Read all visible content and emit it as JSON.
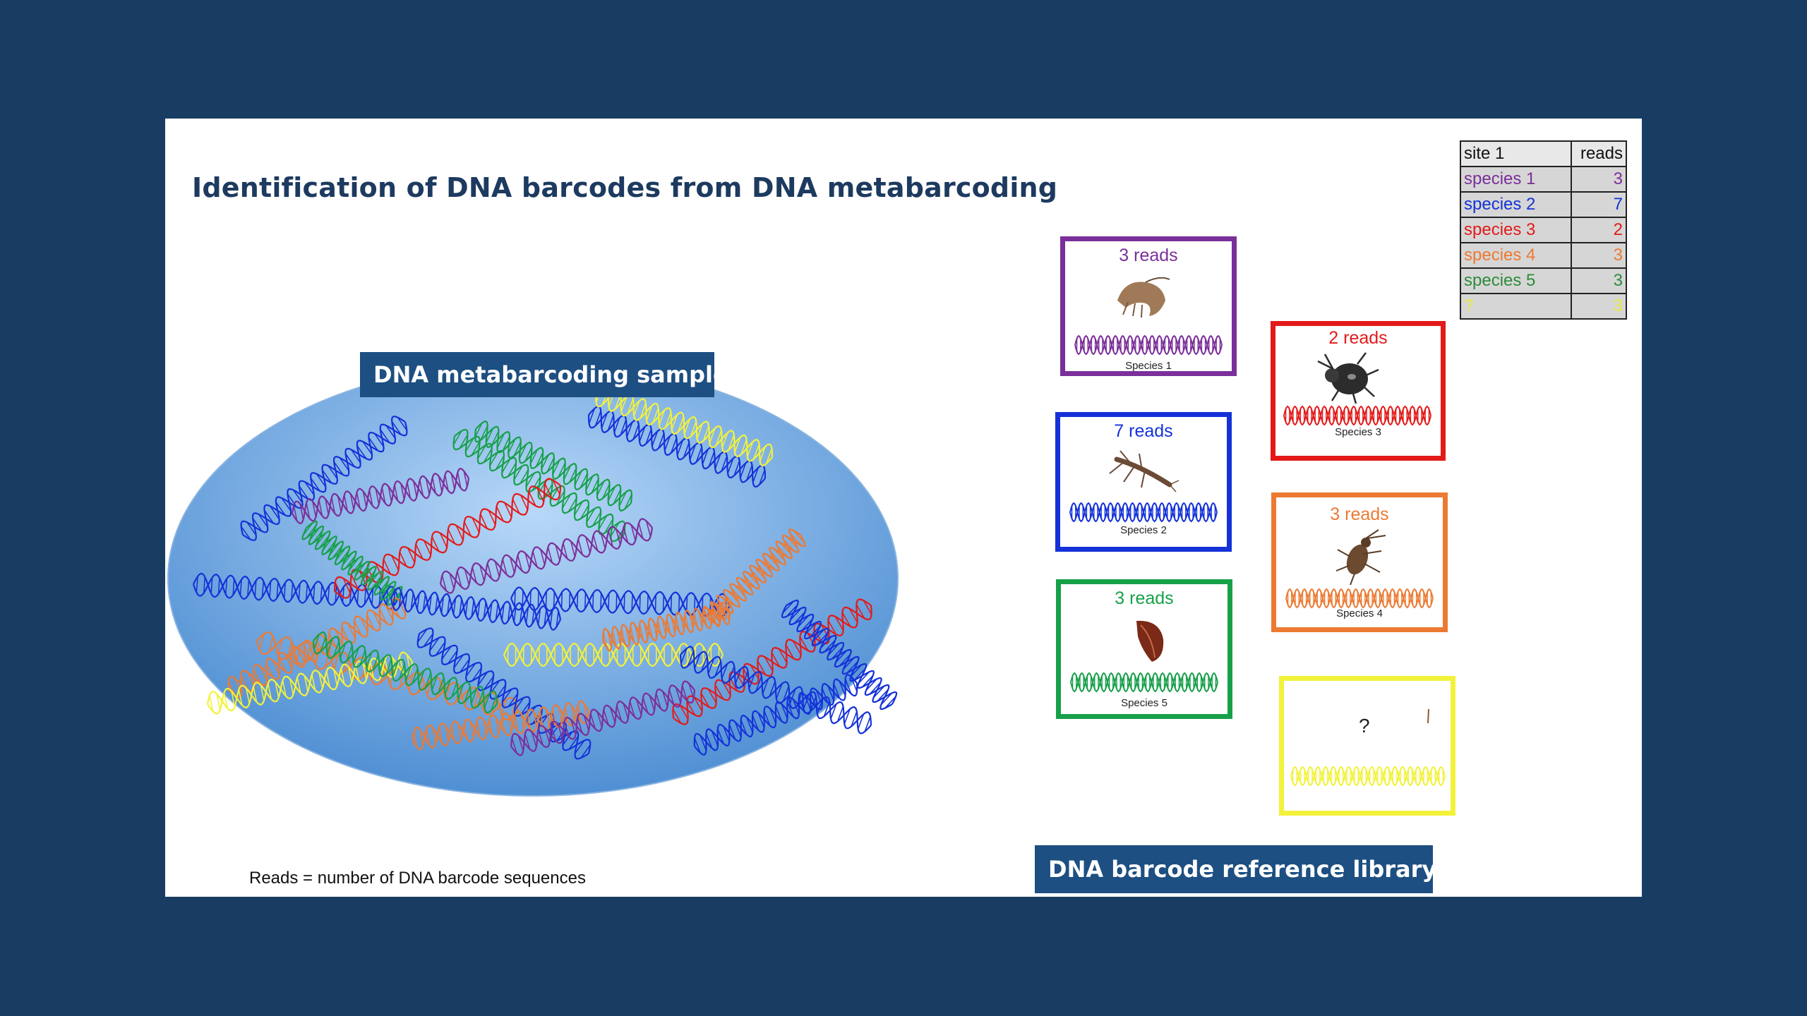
{
  "title": "Identification of DNA barcodes from DNA metabarcoding",
  "sample_label": "DNA metabarcoding sample",
  "library_label": "DNA barcode reference library",
  "footnote": "Reads = number of DNA barcode sequences",
  "colors": {
    "background": "#193c62",
    "label_bg": "#1d4f82",
    "purple": "#7b2f9a",
    "blue": "#1432d8",
    "red": "#e31a1a",
    "orange": "#ec7a33",
    "green": "#17a04a",
    "yellow": "#f2f23a",
    "ellipse_light": "#a9cdf3",
    "ellipse_dark": "#4f8fd3"
  },
  "reference_boxes": [
    {
      "reads": "3 reads",
      "caption": "Species 1",
      "color": "#7b2f9a",
      "icon": "shrimp-icon"
    },
    {
      "reads": "7 reads",
      "caption": "Species 2",
      "color": "#1432d8",
      "icon": "mayfly-icon"
    },
    {
      "reads": "3 reads",
      "caption": "Species 5",
      "color": "#17a04a",
      "icon": "leaf-litter-icon"
    },
    {
      "reads": "2 reads",
      "caption": "Species 3",
      "color": "#e31a1a",
      "icon": "beetle-icon"
    },
    {
      "reads": "3 reads",
      "caption": "Species 4",
      "color": "#ec7a33",
      "icon": "bug-icon"
    },
    {
      "reads": "?",
      "caption": "",
      "color": "#f2f23a",
      "icon": "unknown-icon"
    }
  ],
  "site_table": {
    "headers": [
      "site 1",
      "reads"
    ],
    "rows": [
      {
        "name": "species 1",
        "reads": "3",
        "color": "#7b2f9a"
      },
      {
        "name": "species 2",
        "reads": "7",
        "color": "#1432d8"
      },
      {
        "name": "species 3",
        "reads": "2",
        "color": "#e31a1a"
      },
      {
        "name": "species 4",
        "reads": "3",
        "color": "#ec7a33"
      },
      {
        "name": "species 5",
        "reads": "3",
        "color": "#2e8b3a"
      },
      {
        "name": "?",
        "reads": "3",
        "color": "#e8e83a"
      }
    ]
  }
}
